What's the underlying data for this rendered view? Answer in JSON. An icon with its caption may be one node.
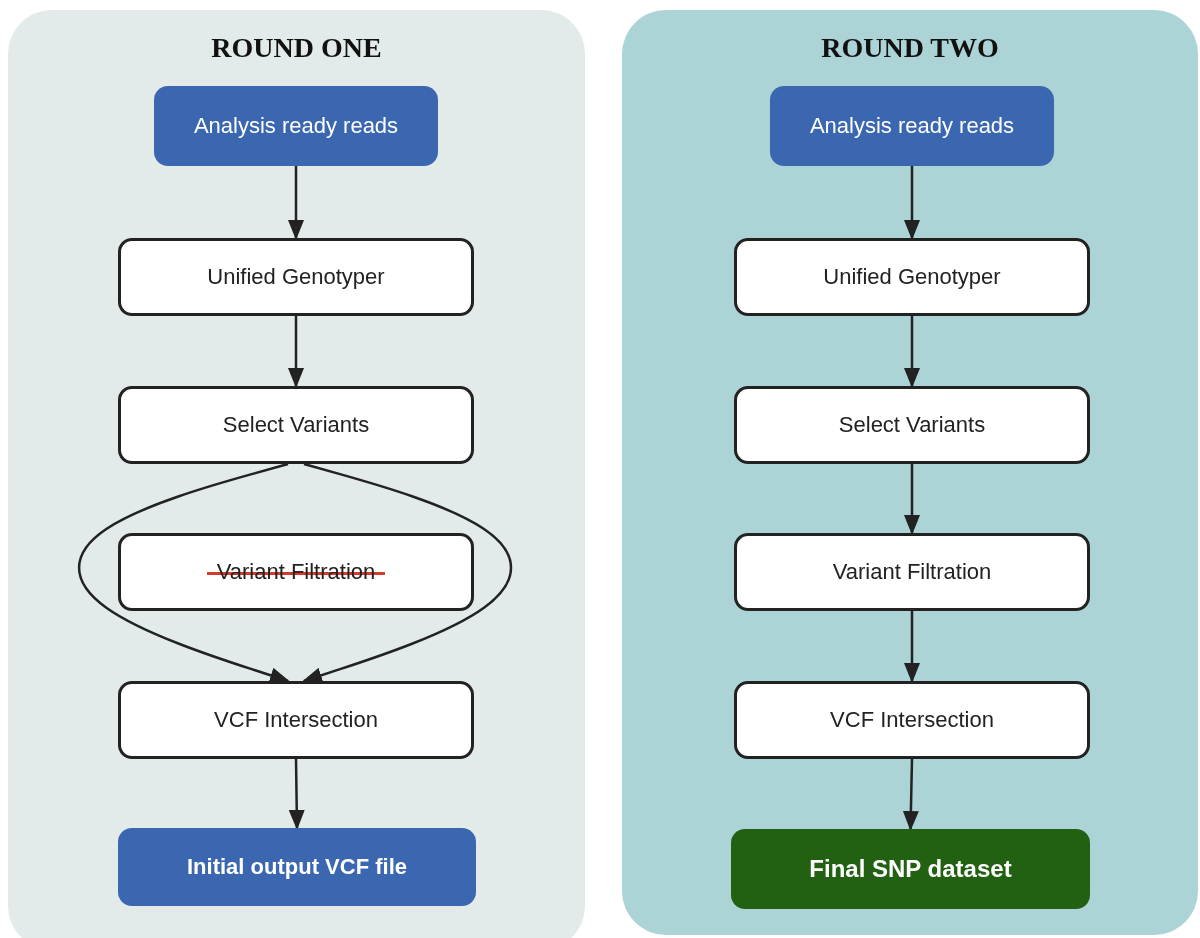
{
  "diagram": {
    "nodes": [
      {
        "text": [
          "ROUND ONE"
        ]
      },
      {
        "text": [
          "Analysis ready reads"
        ],
        "in": 0
      },
      {
        "text": [
          "Unified Genotyper"
        ],
        "in": 0
      },
      {
        "text": [
          "Select Variants"
        ],
        "in": 0
      },
      {
        "text": [
          "Variant Filtration"
        ],
        "in": 0
      },
      {
        "text": [
          "VCF Intersection"
        ],
        "in": 0
      },
      {
        "text": [
          "Initial output VCF file"
        ],
        "in": 0
      },
      {
        "text": [
          "ROUND TWO"
        ]
      },
      {
        "text": [
          "Analysis ready reads"
        ],
        "in": 7
      },
      {
        "text": [
          "Unified Genotyper"
        ],
        "in": 7
      },
      {
        "text": [
          "Select Variants"
        ],
        "in": 7
      },
      {
        "text": [
          "Variant Filtration"
        ],
        "in": 7
      },
      {
        "text": [
          "VCF Intersection"
        ],
        "in": 7
      },
      {
        "text": [
          "Final SNP dataset"
        ],
        "in": 7
      }
    ],
    "edges": [
      {
        "from": 1,
        "to": 2,
        "arrow": "to"
      },
      {
        "from": 2,
        "to": 3,
        "arrow": "to"
      },
      {
        "from": 3,
        "to": 5,
        "arrow": "to"
      },
      {
        "from": 3,
        "to": 5,
        "arrow": "to"
      },
      {
        "from": 5,
        "to": 6,
        "arrow": "to"
      },
      {
        "from": 8,
        "to": 9,
        "arrow": "to"
      },
      {
        "from": 9,
        "to": 10,
        "arrow": "to"
      },
      {
        "from": 10,
        "to": 11,
        "arrow": "to"
      },
      {
        "from": 11,
        "to": 12,
        "arrow": "to"
      },
      {
        "from": 12,
        "to": 13,
        "arrow": "to"
      }
    ]
  }
}
